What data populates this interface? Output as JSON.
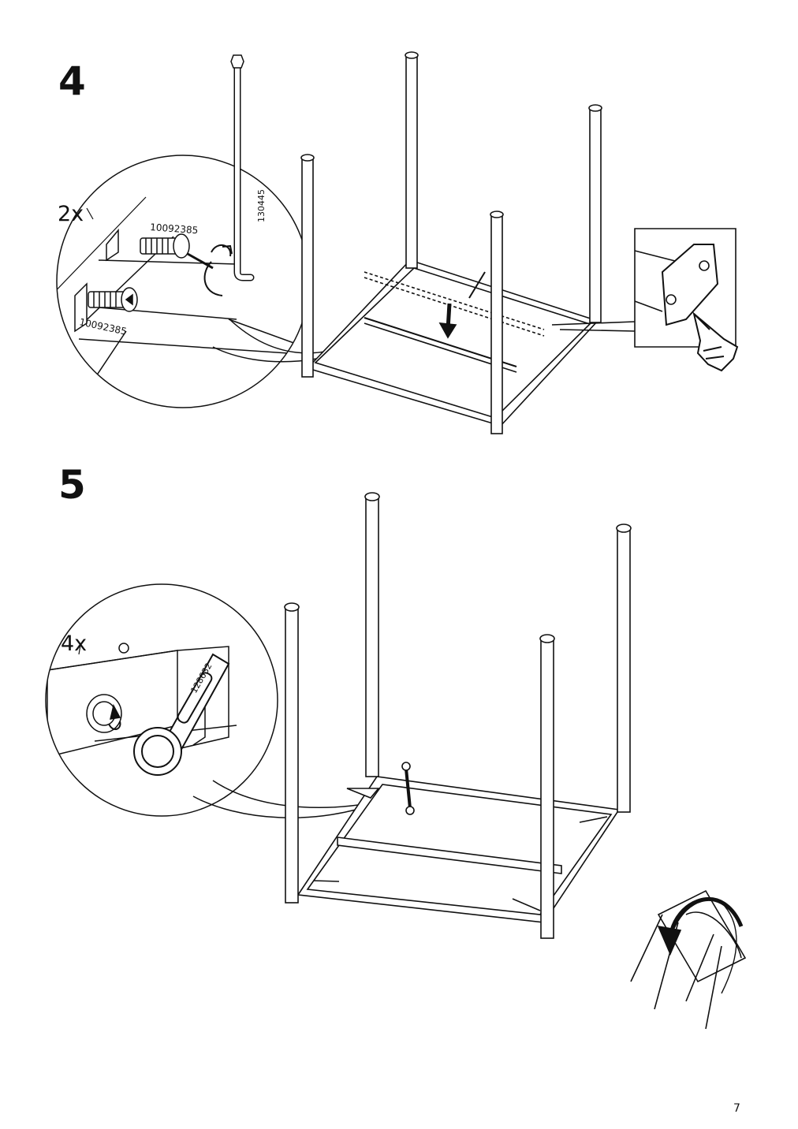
{
  "page_number": "7",
  "steps": [
    {
      "number": "4",
      "quantity": "2x",
      "part_ids": {
        "screw_top": "10092385",
        "screw_bottom": "10092385",
        "allen_key": "130445"
      }
    },
    {
      "number": "5",
      "quantity": "4x",
      "part_ids": {
        "wrench": "128632"
      }
    }
  ]
}
